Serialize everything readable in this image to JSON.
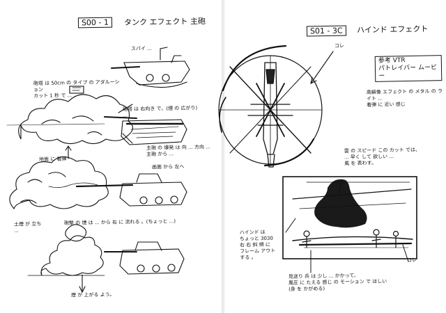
{
  "left_page": {
    "cut_label": "S00 - 1",
    "title": "タンク エフェクト  主砲",
    "notes": {
      "spy": "スパイ ...",
      "cannon_note": "砲塔 は 50cm の タイプ の アダルーション\nカット 1 秒 で ...",
      "smoke_note": "砲塔 は 右向き で、(煙 の 広がり)\n...",
      "blast_note": "主砲 の 爆発 は 向 ... 方向 ...\n主砲 から ...",
      "rear_note": "画面 から 左へ",
      "ground_note": "地面 に 着弾",
      "muzzle_note": "砲撃 の 煙 は ... から 右 に 流れる 。(ちょっと ...)",
      "dust_note": "土煙 が 立ち\n...",
      "bottom_note": "煙 が 上がる よう。"
    }
  },
  "right_page": {
    "cut_label": "S01 - 3C",
    "title": "ハインド  エフェクト",
    "kore_top": "コレ",
    "kore_bottom": "コレ",
    "vtr_box": "参考 VTR\nパトレイバー ムービー",
    "comment": "高解像 エフェクト の メタル の ライト ... \n着弾 に 近い 感じ",
    "speed_note": "雲 の スピード この カット では、\n... 早く して 欲しい ...\n風 を 表わす。",
    "hind_note": "ハインド は\nちょっと 3030\n右 右 斜 傾 に\nフレーム アウト\nする 。",
    "bottom_note": "見送り 兵 は 少し ... かかって、\n風圧 に たえる 感じ の モーション で ほしい\n(身 を かがめる)"
  }
}
